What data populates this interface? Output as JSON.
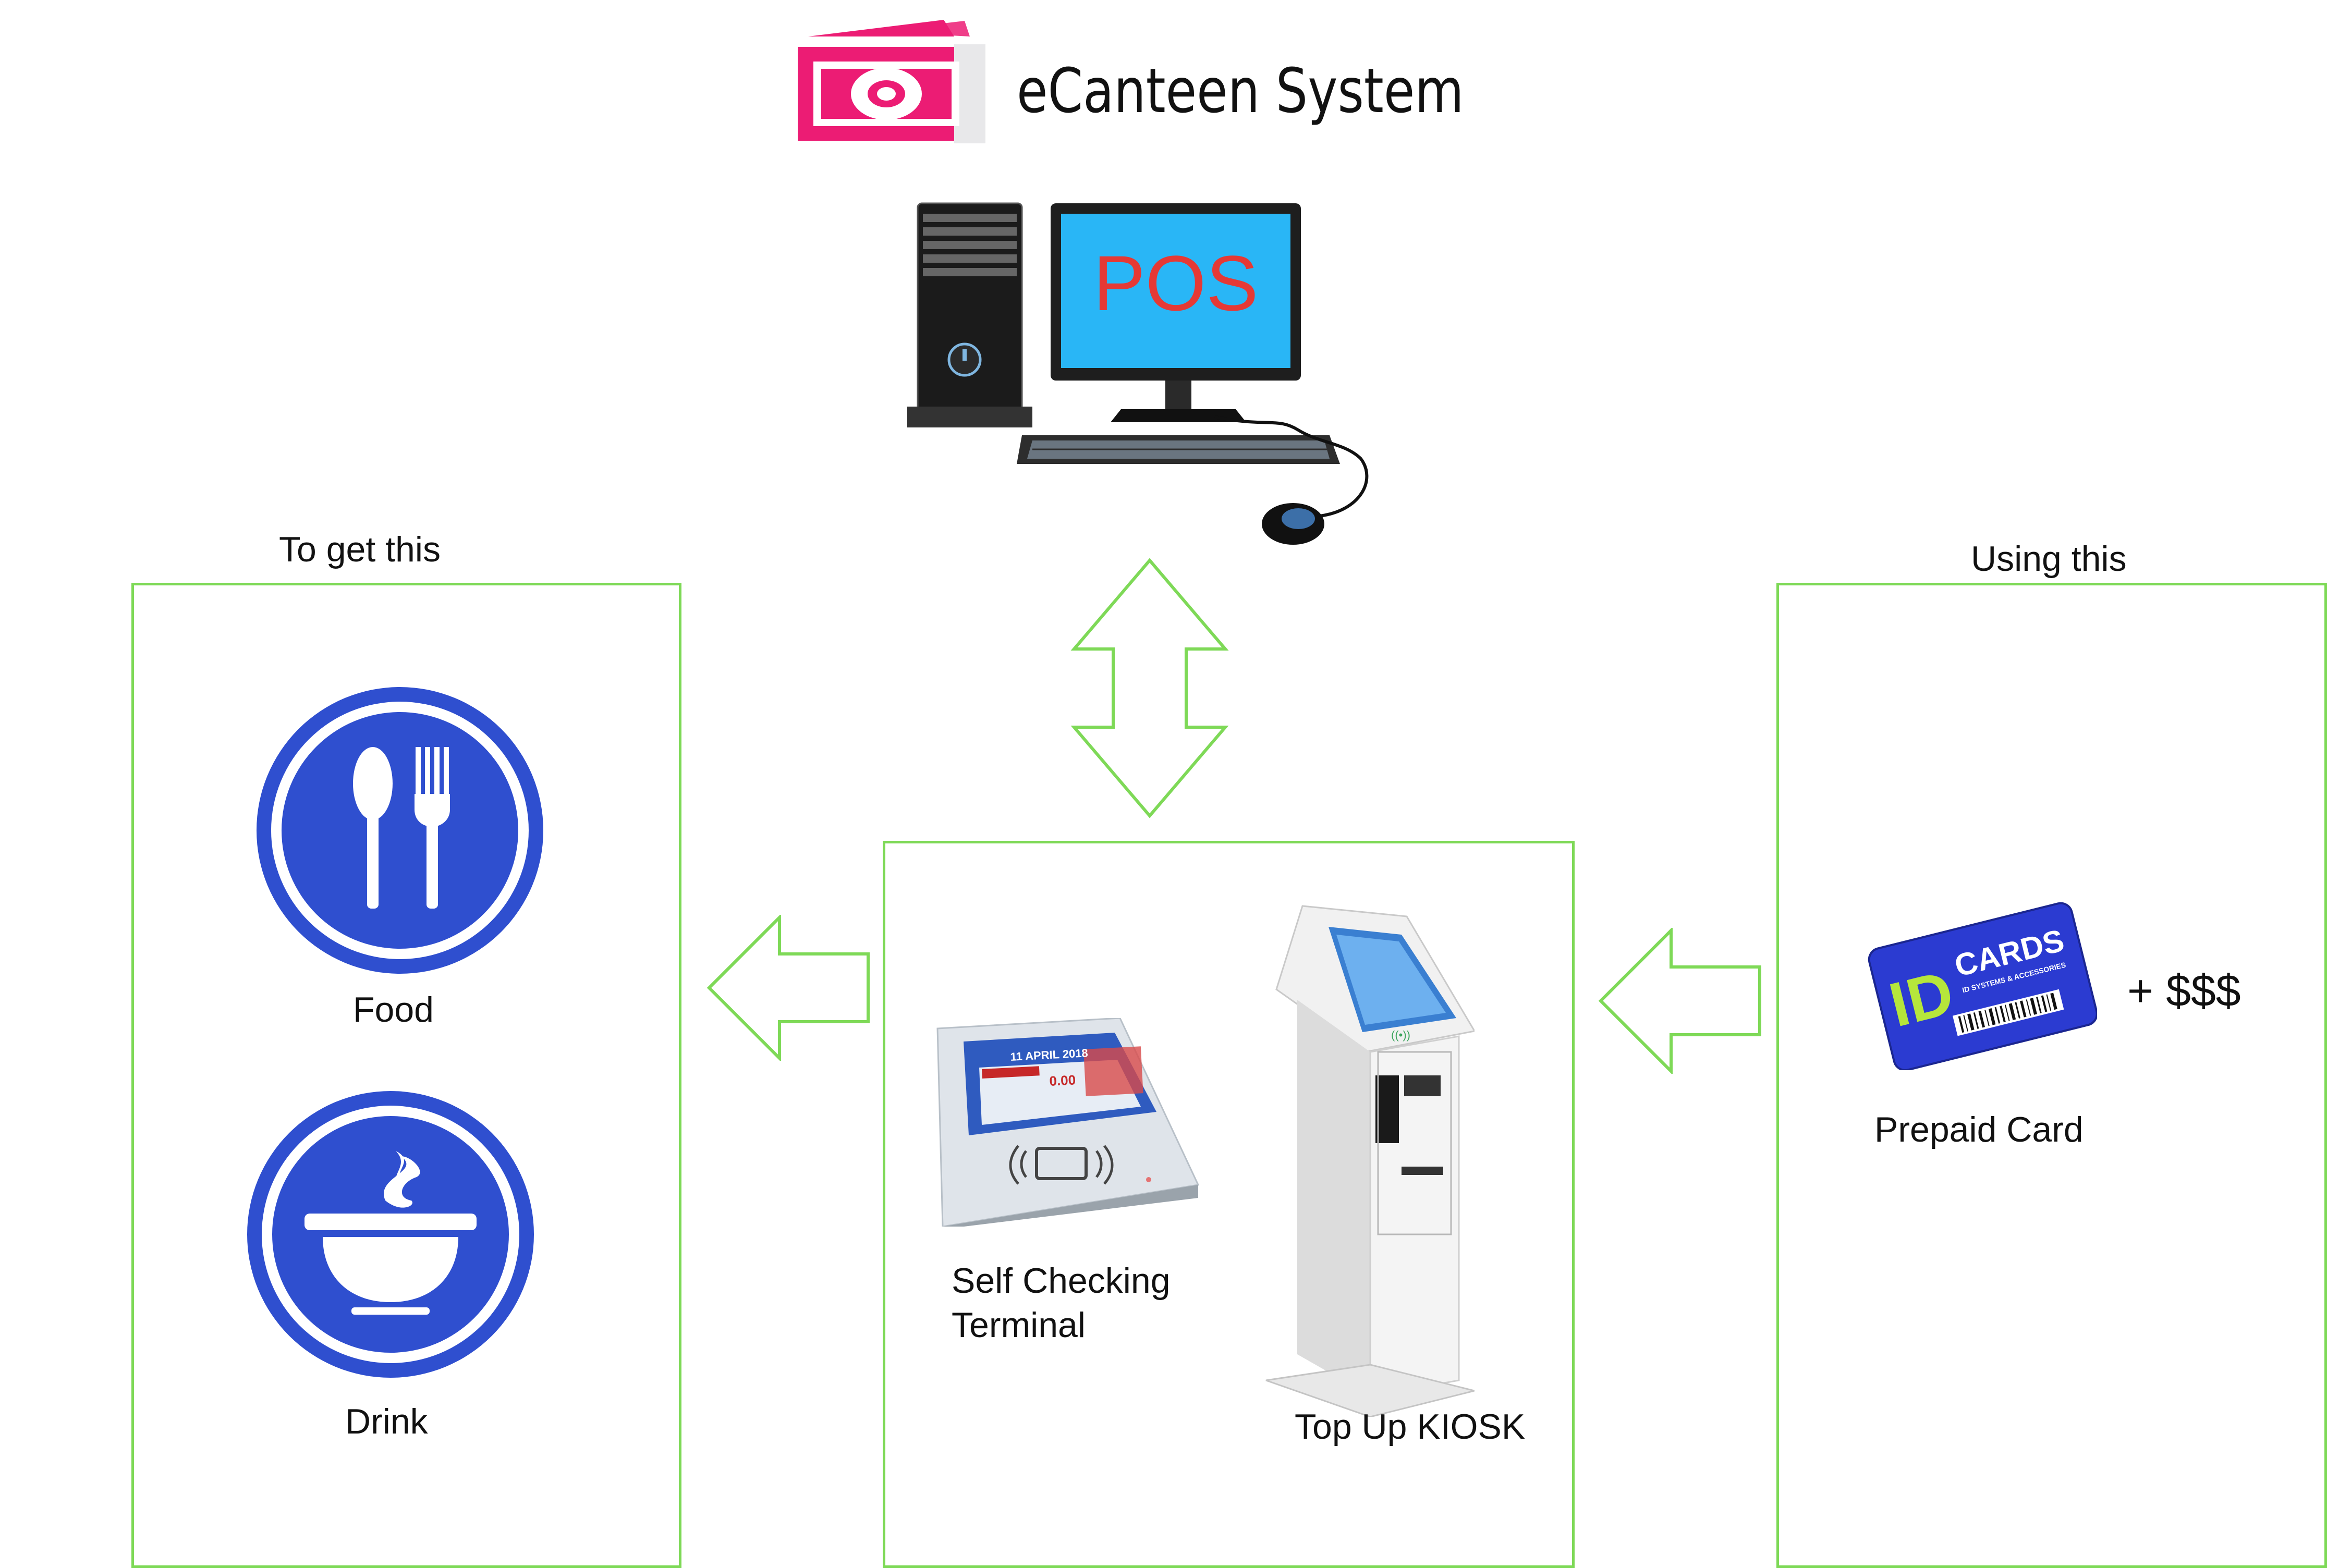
{
  "header": {
    "title": "eCanteen System",
    "logo_color": "#ec1c74"
  },
  "pos": {
    "screen_label": "POS",
    "screen_color": "#29b6f6",
    "label_color": "#e53935"
  },
  "left_panel": {
    "caption": "To get this",
    "items": [
      {
        "label": "Food",
        "icon": "fork-spoon-icon"
      },
      {
        "label": "Drink",
        "icon": "bowl-steam-icon"
      }
    ]
  },
  "center_panel": {
    "terminal": {
      "label_line1": "Self Checking",
      "label_line2": "Terminal",
      "screen_date": "11 APRIL 2018",
      "screen_amount": "0.00"
    },
    "kiosk": {
      "label": "Top Up KIOSK"
    }
  },
  "right_panel": {
    "caption": "Using this",
    "card": {
      "brand_id": "ID",
      "brand_cards": "CARDS",
      "brand_sub": "ID SYSTEMS & ACCESSORIES",
      "label": "Prepaid Card",
      "extra": "+ $$$"
    }
  },
  "colors": {
    "panel_border": "#7ed957",
    "icon_blue": "#2f4fcf",
    "card_blue": "#2b3bd1"
  }
}
